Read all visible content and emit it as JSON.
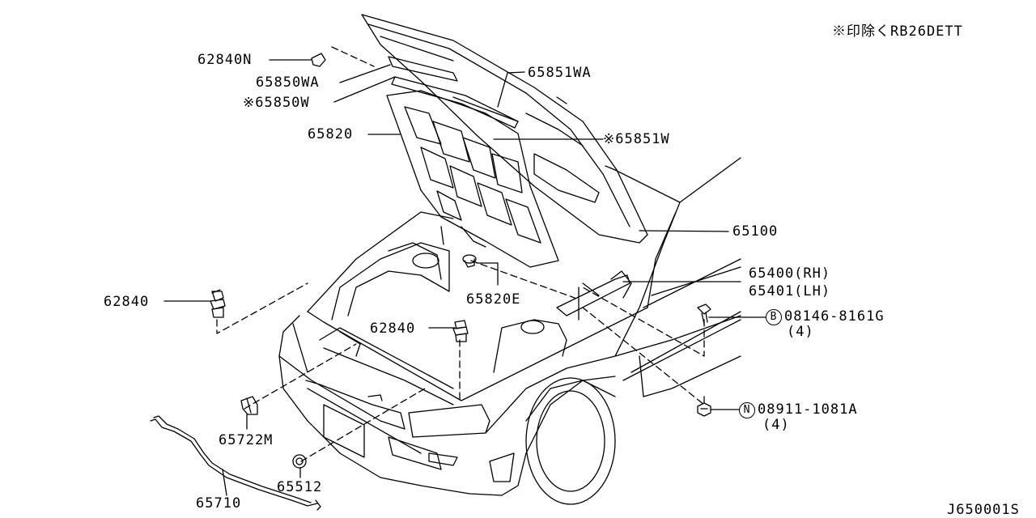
{
  "note": "※印除くRB26DETT",
  "drawing_id": "J650001S",
  "parts": {
    "p62840N": "62840N",
    "p65850WA": "65850WA",
    "p65850W": "※65850W",
    "p65851WA": "65851WA",
    "p65820": "65820",
    "p65851W": "※65851W",
    "p65100": "65100",
    "p65400": "65400(RH)",
    "p65401": "65401(LH)",
    "p62840a": "62840",
    "p65820E": "65820E",
    "p62840b": "62840",
    "bolt_circle": "B",
    "bolt_code": "08146-8161G",
    "bolt_qty": "(4)",
    "nut_circle": "N",
    "nut_code": "08911-1081A",
    "nut_qty": "(4)",
    "p65722M": "65722M",
    "p65512": "65512",
    "p65710": "65710"
  }
}
